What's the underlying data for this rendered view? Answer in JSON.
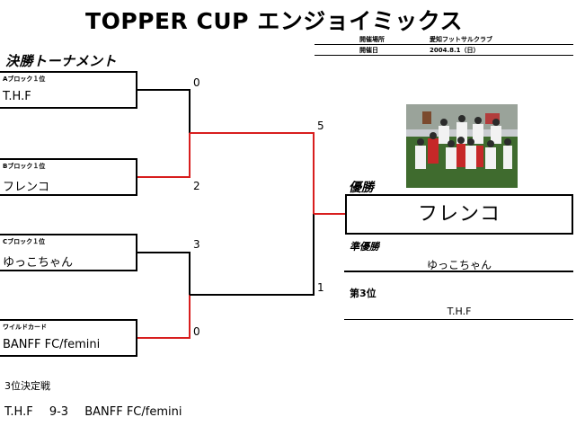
{
  "title": "TOPPER CUP エンジョイミックス",
  "info": {
    "venue_label": "開催場所",
    "venue": "愛知フットサルクラブ",
    "date_label": "開催日",
    "date": "2004.8.1（日）"
  },
  "tournament_label": "決勝トーナメント",
  "teams": [
    {
      "block": "Aブロック１位",
      "name": "T.H.F",
      "score": "0"
    },
    {
      "block": "Bブロック１位",
      "name": "フレンコ",
      "score": "2"
    },
    {
      "block": "Cブロック１位",
      "name": "ゆっこちゃん",
      "score": "3"
    },
    {
      "block": "ワイルドカード",
      "name": "BANFF FC/femini",
      "score": "0"
    }
  ],
  "final_scores": {
    "top": "5",
    "bottom": "1"
  },
  "results": {
    "champion_label": "優勝",
    "champion": "フレンコ",
    "runner_up_label": "準優勝",
    "runner_up": "ゆっこちゃん",
    "third_label": "第3位",
    "third": "T.H.F"
  },
  "third_place_match": {
    "label": "3位決定戦",
    "team1": "T.H.F",
    "score": "9-3",
    "team2": "BANFF FC/femini"
  },
  "colors": {
    "winner_line": "#d81e1e",
    "loser_line": "#000000"
  }
}
